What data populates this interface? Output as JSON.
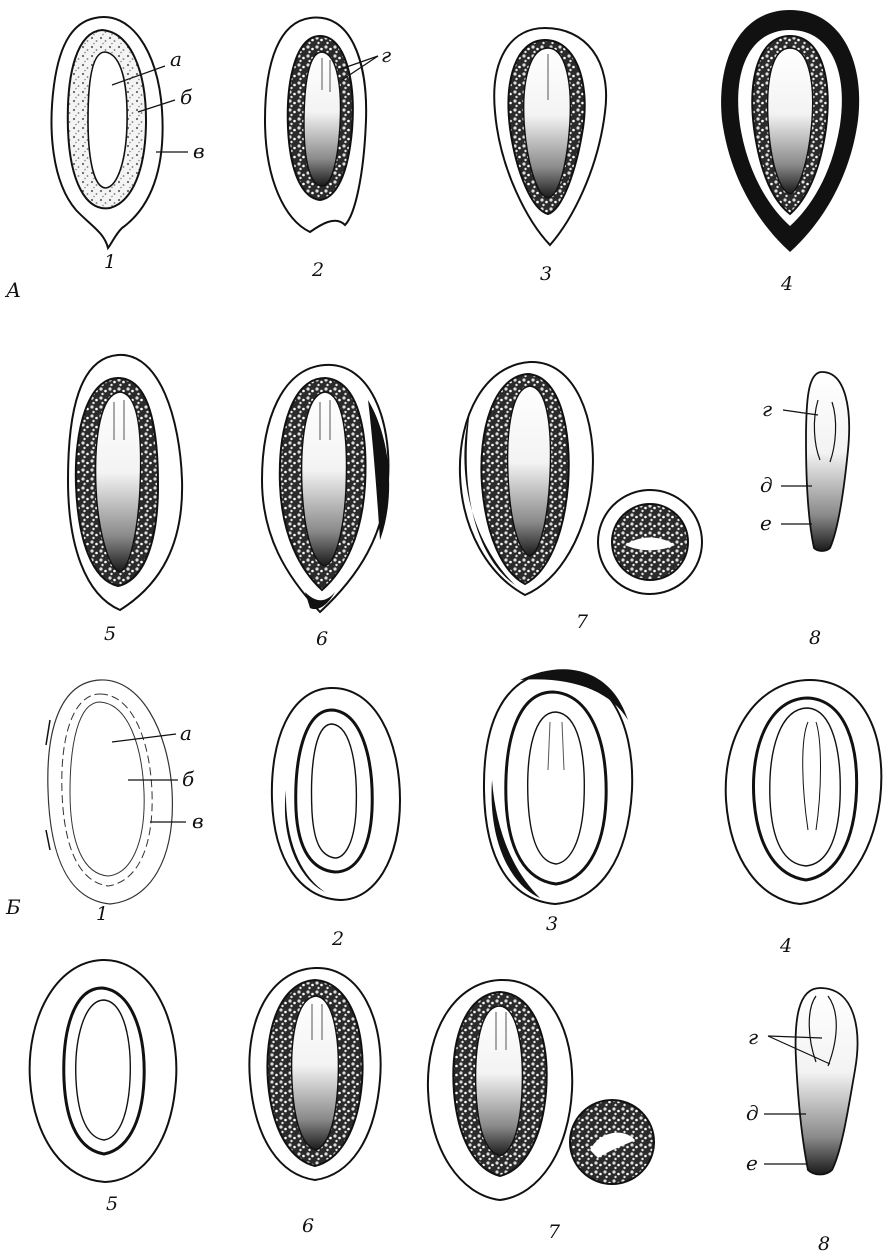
{
  "section_labels": {
    "a": "А",
    "b": "Б"
  },
  "parts": {
    "a": "а",
    "b": "б",
    "v": "в",
    "g": "г",
    "d": "д",
    "e": "е"
  },
  "figure_numbers": {
    "one": "1",
    "two": "2",
    "three": "3",
    "four": "4",
    "five": "5",
    "six": "6",
    "seven": "7",
    "eight": "8"
  },
  "colors": {
    "ink": "#111111",
    "paper": "#ffffff"
  }
}
